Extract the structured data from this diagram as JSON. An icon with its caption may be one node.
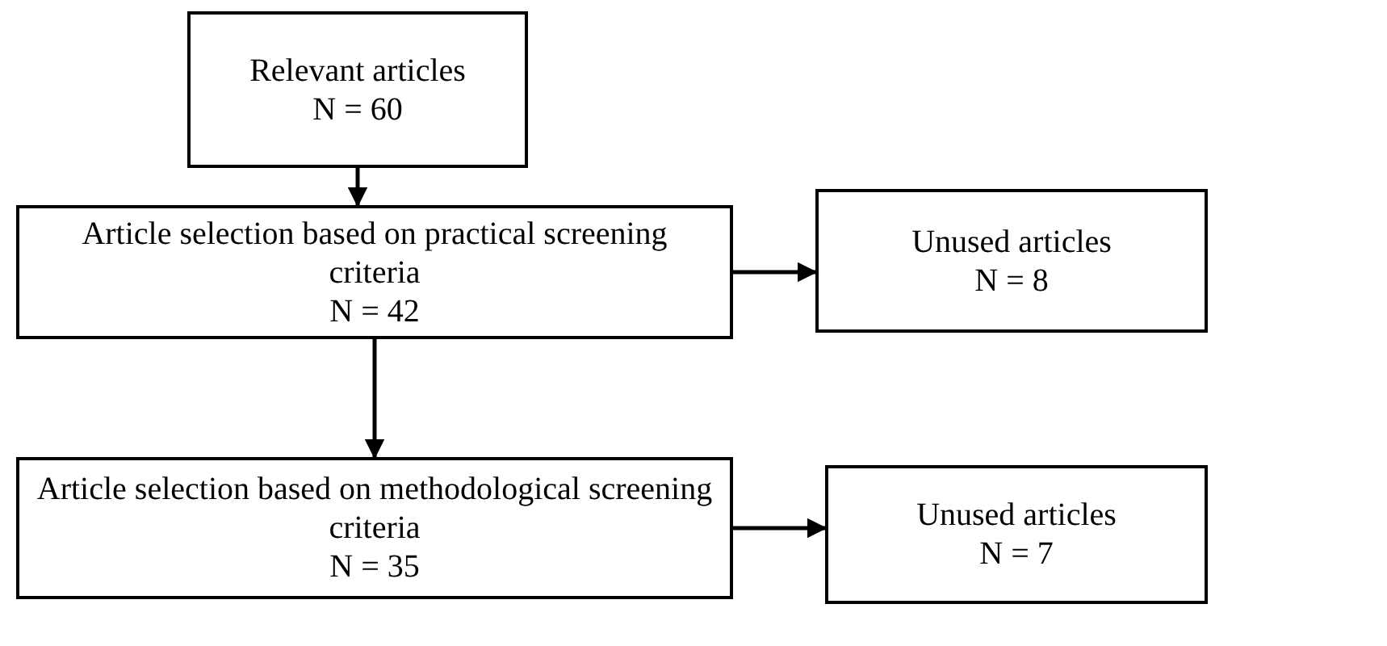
{
  "diagram": {
    "nodes": [
      {
        "text": [
          "Relevant articles",
          "N = 60"
        ]
      },
      {
        "text": [
          "Article selection based on practical screening criteria",
          "N = 42"
        ]
      },
      {
        "text": [
          "Unused articles",
          "N = 8"
        ]
      },
      {
        "text": [
          "Article selection based on methodological screening criteria",
          "N = 35"
        ]
      },
      {
        "text": [
          "Unused articles",
          "N = 7"
        ]
      }
    ],
    "edges": [
      {
        "from": 0,
        "to": 1,
        "arrow": "to"
      },
      {
        "from": 1,
        "to": 2,
        "arrow": "to"
      },
      {
        "from": 1,
        "to": 3,
        "arrow": "to"
      },
      {
        "from": 3,
        "to": 4,
        "arrow": "to"
      }
    ]
  }
}
